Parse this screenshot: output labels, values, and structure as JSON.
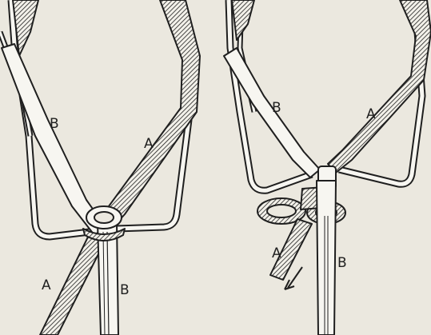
{
  "panels": [
    {
      "id": "left",
      "labels": {
        "b_upper": "B",
        "a_upper": "A",
        "a_lower": "A",
        "b_lower": "B"
      }
    },
    {
      "id": "right",
      "labels": {
        "b_upper": "B",
        "a_upper": "A",
        "a_lower": "A",
        "b_lower": "B"
      },
      "arrow": "pull-direction-arrow"
    }
  ],
  "colors": {
    "paper": "#ebe8df",
    "ink": "#1f1f1f",
    "strap_fill": "#f7f6f1"
  }
}
